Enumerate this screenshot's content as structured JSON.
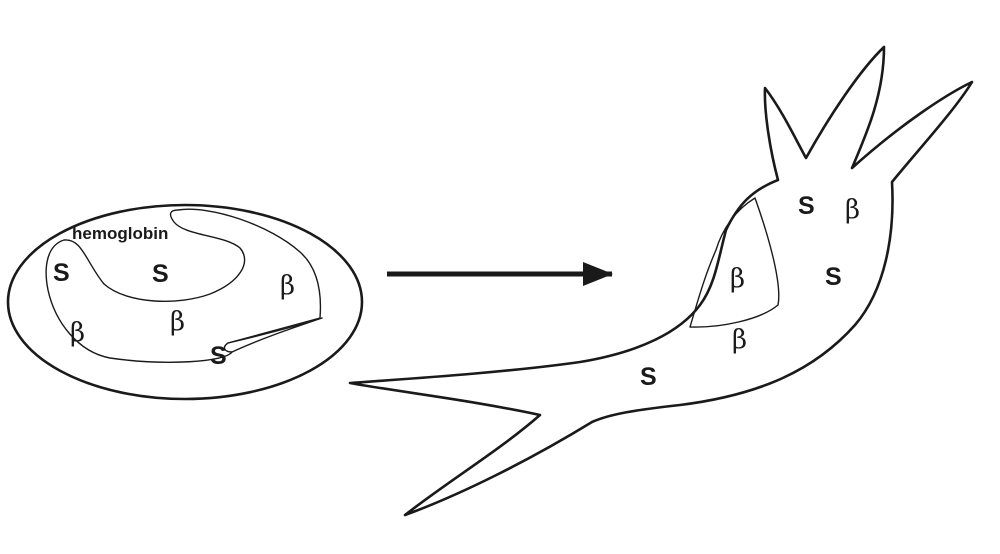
{
  "labels": {
    "hemoglobin": "hemoglobin",
    "s": "S",
    "beta": "β"
  },
  "colors": {
    "stroke": "#1a1a1a",
    "background": "#ffffff"
  }
}
